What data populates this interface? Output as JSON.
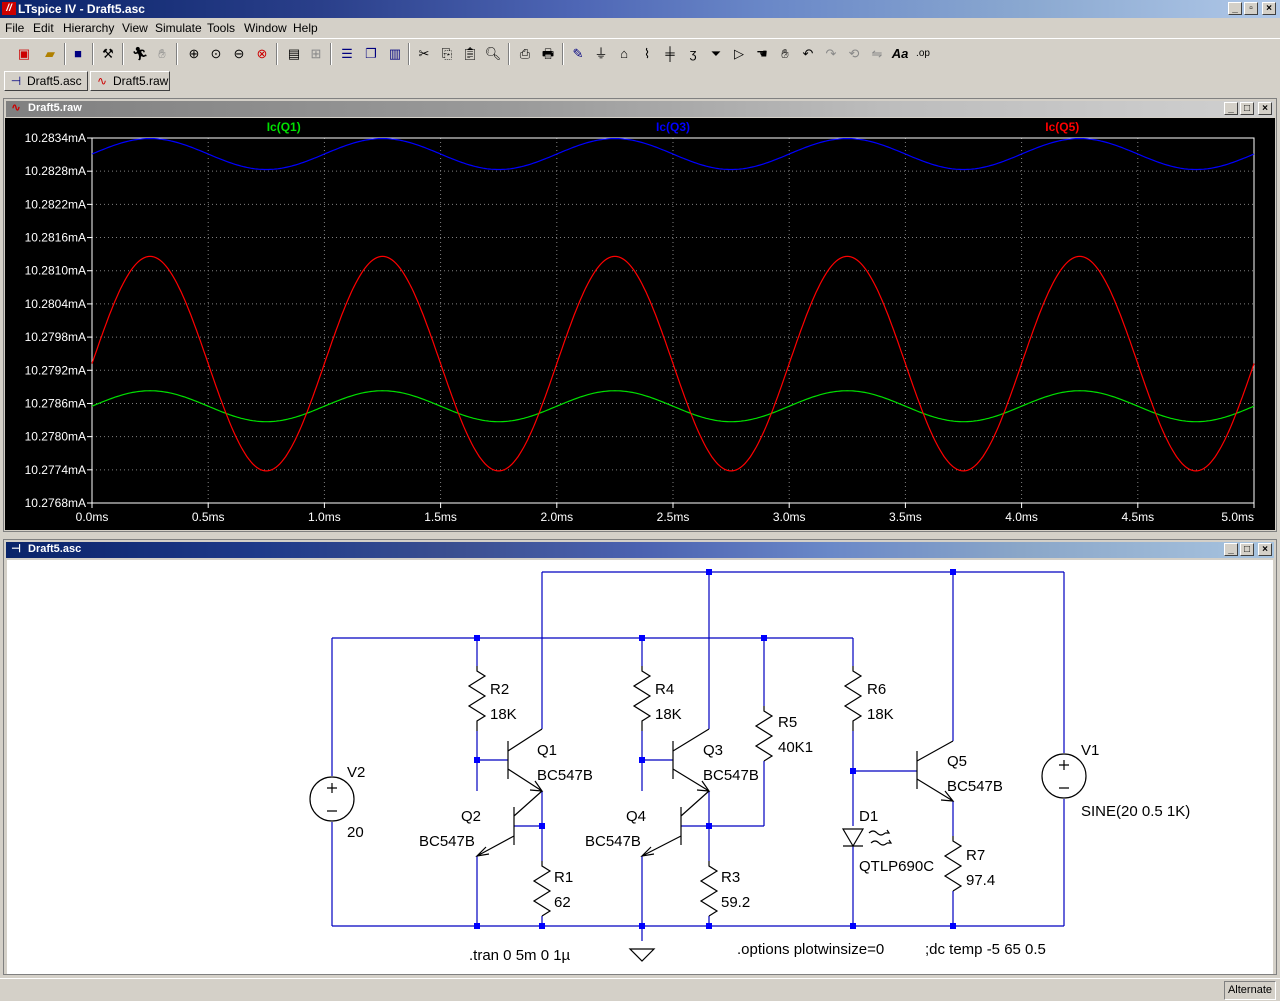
{
  "window": {
    "title": "LTspice IV - Draft5.asc",
    "app_icon": "ltspice-logo-icon"
  },
  "menu": [
    "File",
    "Edit",
    "Hierarchy",
    "View",
    "Simulate",
    "Tools",
    "Window",
    "Help"
  ],
  "toolbar": {
    "icons": [
      "new-schematic-icon",
      "open-icon",
      "save-icon",
      "control-panel-icon",
      "run-icon",
      "halt-icon",
      "zoom-in-icon",
      "zoom-pan-icon",
      "zoom-out-icon",
      "zoom-cancel-icon",
      "autorange-icon",
      "grid-icon",
      "tile-horizontal-icon",
      "cascade-icon",
      "tile-vertical-icon",
      "cut-icon",
      "copy-icon",
      "paste-icon",
      "find-icon",
      "print-preview-icon",
      "print-icon",
      "wire-icon",
      "ground-icon",
      "label-icon",
      "resistor-icon",
      "capacitor-icon",
      "inductor-icon",
      "diode-icon",
      "component-icon",
      "move-icon",
      "drag-icon",
      "undo-icon",
      "redo-icon",
      "rotate-icon",
      "mirror-icon",
      "text-icon",
      "spice-directive-icon"
    ]
  },
  "tabs": [
    {
      "label": "Draft5.asc",
      "icon": "schematic-icon"
    },
    {
      "label": "Draft5.raw",
      "icon": "waveform-icon"
    }
  ],
  "waveform_window": {
    "title": "Draft5.raw"
  },
  "schematic_window": {
    "title": "Draft5.asc"
  },
  "chart_data": {
    "type": "line",
    "x_unit": "ms",
    "x_ticks": [
      "0.0ms",
      "0.5ms",
      "1.0ms",
      "1.5ms",
      "2.0ms",
      "2.5ms",
      "3.0ms",
      "3.5ms",
      "4.0ms",
      "4.5ms",
      "5.0ms"
    ],
    "xlim": [
      0,
      5
    ],
    "y_ticks": [
      "10.2834mA",
      "10.2828mA",
      "10.2822mA",
      "10.2816mA",
      "10.2810mA",
      "10.2804mA",
      "10.2798mA",
      "10.2792mA",
      "10.2786mA",
      "10.2780mA",
      "10.2774mA",
      "10.2768mA"
    ],
    "ylim": [
      10.2768,
      10.2834
    ],
    "grid": true,
    "series": [
      {
        "name": "Ic(Q1)",
        "color": "#00e000",
        "offset": 10.27855,
        "amplitude": 0.00028,
        "freq_khz": 1,
        "phase_deg": 0
      },
      {
        "name": "Ic(Q3)",
        "color": "#0000ff",
        "offset": 10.28311,
        "amplitude": 0.00028,
        "freq_khz": 1,
        "phase_deg": 0
      },
      {
        "name": "Ic(Q5)",
        "color": "#ff0000",
        "offset": 10.27932,
        "amplitude": 0.00194,
        "freq_khz": 1,
        "phase_deg": 0
      }
    ]
  },
  "schematic": {
    "components": {
      "V2": {
        "name": "V2",
        "value": "20"
      },
      "V1": {
        "name": "V1",
        "value": "SINE(20 0.5 1K)"
      },
      "R1": {
        "name": "R1",
        "value": "62"
      },
      "R2": {
        "name": "R2",
        "value": "18K"
      },
      "R3": {
        "name": "R3",
        "value": "59.2"
      },
      "R4": {
        "name": "R4",
        "value": "18K"
      },
      "R5": {
        "name": "R5",
        "value": "40K1"
      },
      "R6": {
        "name": "R6",
        "value": "18K"
      },
      "R7": {
        "name": "R7",
        "value": "97.4"
      },
      "Q1": {
        "name": "Q1",
        "value": "BC547B"
      },
      "Q2": {
        "name": "Q2",
        "value": "BC547B"
      },
      "Q3": {
        "name": "Q3",
        "value": "BC547B"
      },
      "Q4": {
        "name": "Q4",
        "value": "BC547B"
      },
      "Q5": {
        "name": "Q5",
        "value": "BC547B"
      },
      "D1": {
        "name": "D1",
        "value": "QTLP690C"
      }
    },
    "directives": {
      "tran": ".tran 0 5m 0 1µ",
      "options": ".options plotwinsize=0",
      "dc": ";dc temp -5 65 0.5"
    }
  },
  "statusbar": {
    "text": "Alternate"
  }
}
